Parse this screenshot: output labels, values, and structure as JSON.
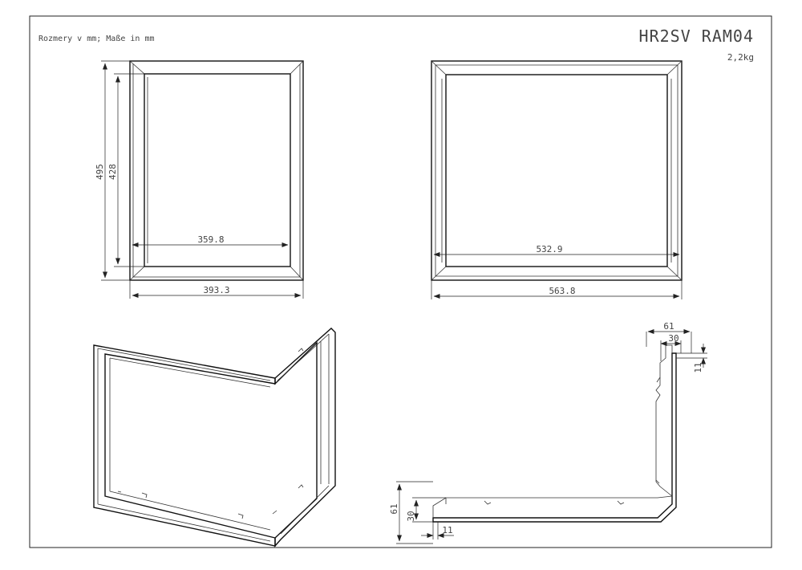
{
  "sheet": {
    "units_note": "Rozmery v mm; Maße in mm",
    "part_code": "HR2SV RAM04",
    "weight": "2,2kg"
  },
  "front_view": {
    "outer_height": "495",
    "inner_height": "428",
    "inner_width": "359.8",
    "outer_width": "393.3"
  },
  "side_view": {
    "inner_width": "532.9",
    "outer_width": "563.8"
  },
  "profile_view": {
    "top_depth": "61",
    "top_flange": "30",
    "top_lip": "11",
    "side_depth": "61",
    "side_flange": "30",
    "bottom_lip": "11"
  }
}
